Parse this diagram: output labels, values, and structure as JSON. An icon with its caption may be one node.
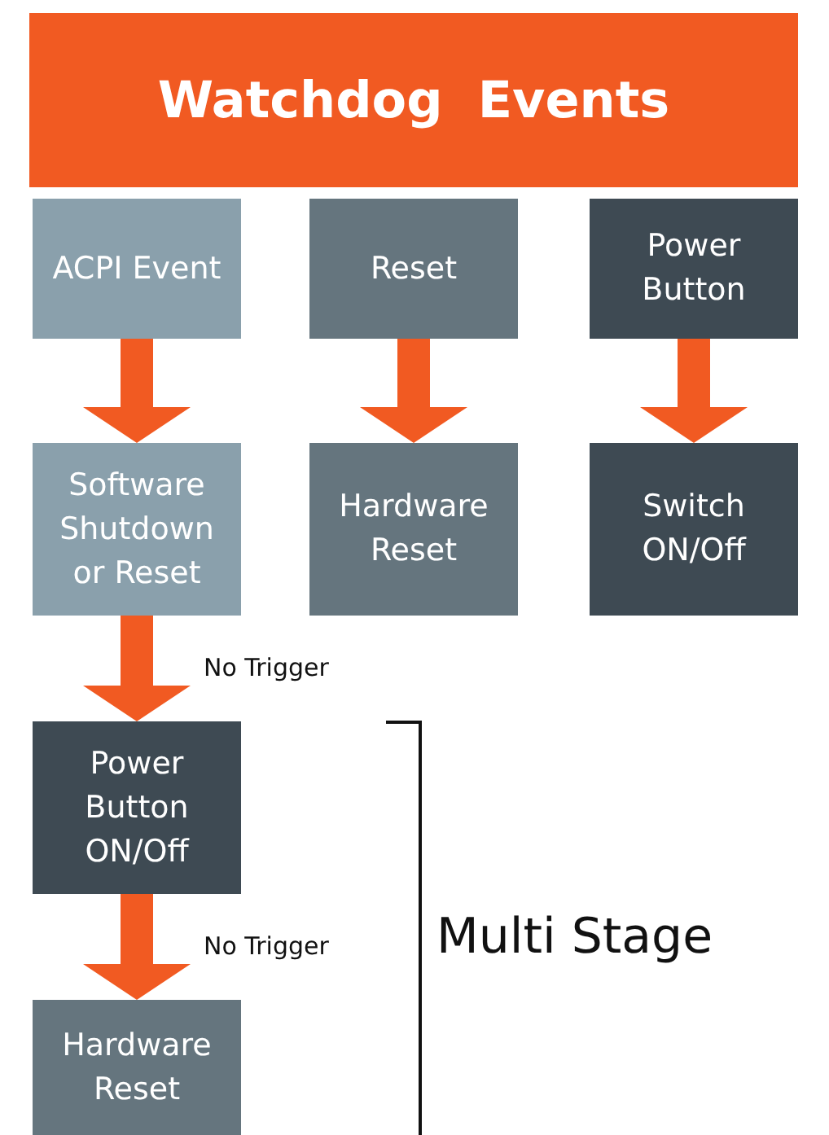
{
  "diagram": {
    "title": "Watchdog  Events",
    "nodes": [
      {
        "text": [
          "ACPI Event"
        ]
      },
      {
        "text": [
          "Reset"
        ]
      },
      {
        "text": [
          "Power Button"
        ]
      },
      {
        "text": [
          "Software Shutdown or Reset"
        ]
      },
      {
        "text": [
          "Hardware Reset"
        ]
      },
      {
        "text": [
          "Switch ON/Off"
        ]
      },
      {
        "text": [
          "Power Button ON/Off"
        ]
      },
      {
        "text": [
          "Hardware Reset"
        ]
      }
    ],
    "edges": [
      {
        "from": 0,
        "to": 3,
        "arrow": "to"
      },
      {
        "from": 1,
        "to": 4,
        "arrow": "to"
      },
      {
        "from": 2,
        "to": 5,
        "arrow": "to"
      },
      {
        "from": 3,
        "to": 6,
        "arrow": "to",
        "label": "No Trigger"
      },
      {
        "from": 6,
        "to": 7,
        "arrow": "to",
        "label": "No Trigger"
      }
    ],
    "labels": [
      "Multi Stage"
    ]
  }
}
